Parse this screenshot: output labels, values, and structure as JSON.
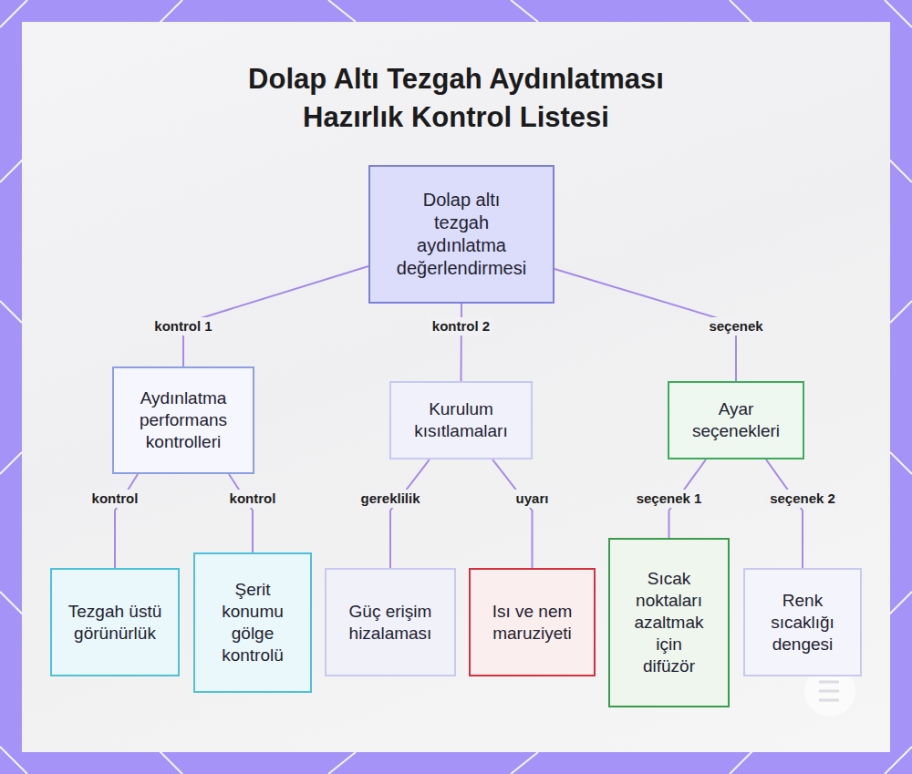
{
  "diagram": {
    "title": "Dolap Altı Tezgah Aydınlatması Hazırlık Kontrol Listesi",
    "nodes": [
      {
        "text": [
          "Dolap altı tezgah aydınlatma değerlendirmesi"
        ]
      },
      {
        "text": [
          "Aydınlatma performans kontrolleri"
        ]
      },
      {
        "text": [
          "Kurulum kısıtlamaları"
        ]
      },
      {
        "text": [
          "Ayar seçenekleri"
        ]
      },
      {
        "text": [
          "Tezgah üstü görünürlük"
        ]
      },
      {
        "text": [
          "Şerit konumu gölge kontrolü"
        ]
      },
      {
        "text": [
          "Güç erişim hizalaması"
        ]
      },
      {
        "text": [
          "Isı ve nem maruziyeti"
        ]
      },
      {
        "text": [
          "Sıcak noktaları azaltmak için difüzör"
        ]
      },
      {
        "text": [
          "Renk sıcaklığı dengesi"
        ]
      }
    ],
    "edges": [
      {
        "from": 0,
        "to": 1,
        "label": "kontrol 1",
        "arrow": "none"
      },
      {
        "from": 0,
        "to": 2,
        "label": "kontrol 2",
        "arrow": "none"
      },
      {
        "from": 0,
        "to": 3,
        "label": "seçenek",
        "arrow": "none"
      },
      {
        "from": 1,
        "to": 4,
        "label": "kontrol",
        "arrow": "none"
      },
      {
        "from": 1,
        "to": 5,
        "label": "kontrol",
        "arrow": "none"
      },
      {
        "from": 2,
        "to": 6,
        "label": "gereklilik",
        "arrow": "none"
      },
      {
        "from": 2,
        "to": 7,
        "label": "uyarı",
        "arrow": "none"
      },
      {
        "from": 3,
        "to": 8,
        "label": "seçenek 1",
        "arrow": "none"
      },
      {
        "from": 3,
        "to": 9,
        "label": "seçenek 2",
        "arrow": "none"
      }
    ]
  }
}
